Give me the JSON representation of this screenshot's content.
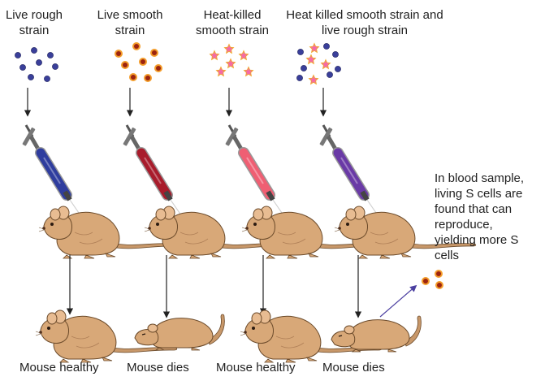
{
  "experiments": [
    {
      "label_line1": "Live rough",
      "label_line2": "strain",
      "result": "Mouse healthy",
      "outcome": "healthy",
      "cells": "rough",
      "syringe_color": "#2f3d9e"
    },
    {
      "label_line1": "Live smooth",
      "label_line2": "strain",
      "result": "Mouse dies",
      "outcome": "dies",
      "cells": "smooth",
      "syringe_color": "#a81c2c"
    },
    {
      "label_line1": "Heat-killed",
      "label_line2": "smooth strain",
      "result": "Mouse healthy",
      "outcome": "healthy",
      "cells": "heatkilled",
      "syringe_color": "#ef5f73"
    },
    {
      "label_line1": "Heat killed smooth strain and",
      "label_line2": "live rough strain",
      "result": "Mouse dies",
      "outcome": "dies",
      "cells": "mixed",
      "syringe_color": "#6a3aa6"
    }
  ],
  "blood_sample_note": {
    "line1": "In blood sample,",
    "line2": "living S cells are",
    "line3": "found that can",
    "line4": "reproduce,",
    "line5": "yielding more S",
    "line6": "cells"
  },
  "colors": {
    "rough_cell": "#3a3f9a",
    "smooth_cell_core": "#9c2410",
    "smooth_cell_rim": "#f39c2a",
    "heat_killed_cell": "#f46aa8",
    "heat_killed_rim": "#f0a92b",
    "mouse_body": "#d8a878",
    "mouse_outline": "#6b4a2a",
    "arrow": "#222222",
    "result_arrow": "#4b3fa0"
  },
  "icons": {
    "syringe": "syringe-icon",
    "mouse": "mouse-icon",
    "arrow": "arrow-down-icon"
  }
}
